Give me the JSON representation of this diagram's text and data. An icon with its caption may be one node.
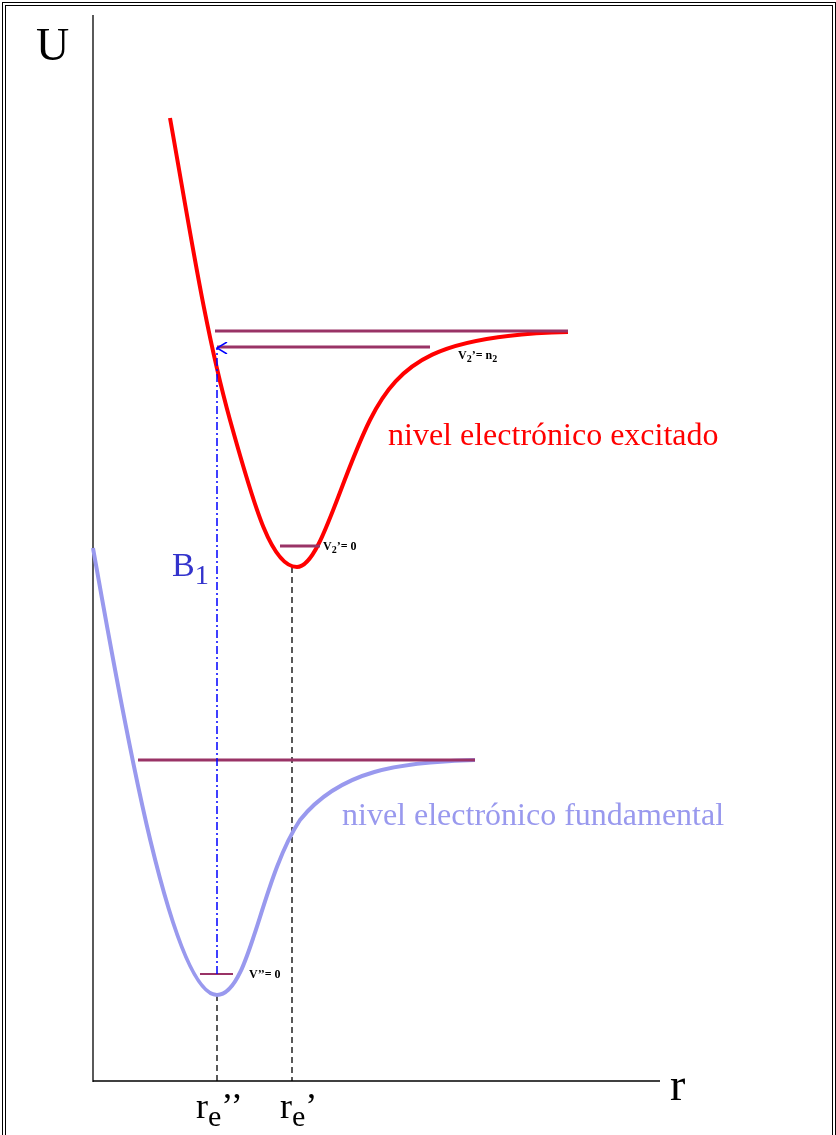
{
  "diagram": {
    "labels": [
      "U",
      "V$_{2}$’= n$_{2}$",
      "nivel electrónico excitado",
      "V$_{2}$’= 0",
      "B$_{1}$",
      "nivel electrónico fundamental",
      "V’’= 0",
      "r",
      "r$_{e}$’’",
      "r$_{e}$’"
    ]
  }
}
